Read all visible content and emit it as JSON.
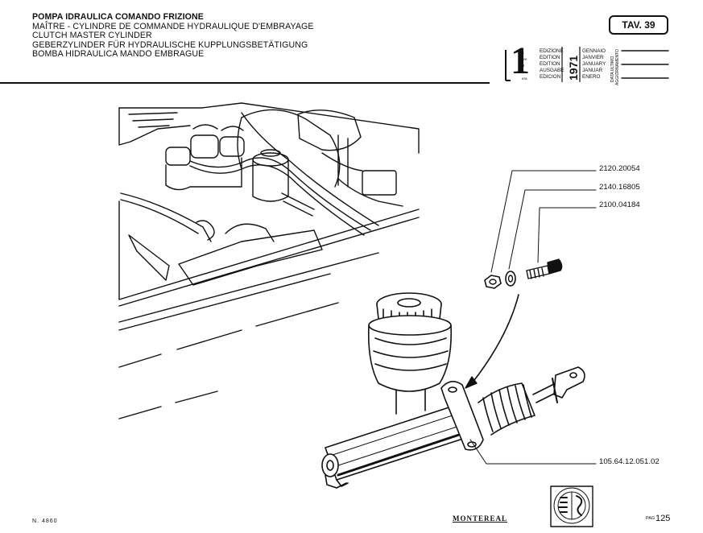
{
  "header": {
    "titles": [
      "POMPA IDRAULICA COMANDO FRIZIONE",
      "MAÎTRE - CYLINDRE DE COMMANDE  HYDRAULIQUE D'EMBRAYAGE",
      "CLUTCH MASTER CYLINDER",
      "GEBERZYLINDER FÜR HYDRAULISCHE  KUPPLUNGSBETÄTIGUNG",
      "BOMBA HIDRAULICA MANDO EMBRAGUE"
    ],
    "table_label": "TAV. 39"
  },
  "edition": {
    "number": "1",
    "ordinals": [
      "a",
      "ère",
      "st",
      "·",
      "era"
    ],
    "labels": [
      "EDIZIONE",
      "EDITION",
      "EDITION",
      "AUSGABE",
      "EDICION"
    ],
    "year": "1971",
    "months": [
      "GENNAIO",
      "JANVIER",
      "JANUARY",
      "JANUAR",
      "ENERO"
    ],
    "update_label": [
      "DATA ULTIMO",
      "AGGIORNAMENTO"
    ]
  },
  "parts": [
    {
      "number": "2120.20054"
    },
    {
      "number": "2140.16805"
    },
    {
      "number": "2100.04184"
    },
    {
      "number": "105.64.12.051.02"
    }
  ],
  "footer": {
    "drawing_number": "N. 4860",
    "brand": "MONTEREAL",
    "page_label": "PAG",
    "page_number": "125"
  },
  "colors": {
    "ink": "#111111",
    "paper": "#ffffff"
  }
}
